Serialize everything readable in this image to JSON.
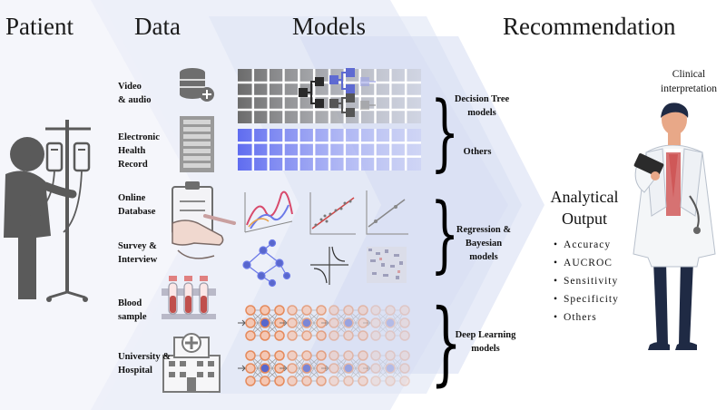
{
  "headers": {
    "patient": "Patient",
    "data": "Data",
    "models": "Models",
    "recommendation": "Recommendation"
  },
  "data_sources": [
    {
      "label": "Video\n& audio",
      "icon": "database-plus-icon"
    },
    {
      "label": "Electronic\nHealth\nRecord",
      "icon": "server-rack-icon"
    },
    {
      "label": "Online\nDatabase",
      "icon": "clipboard-icon"
    },
    {
      "label": "Survey &\nInterview",
      "icon": "hand-writing-icon"
    },
    {
      "label": "Blood\nsample",
      "icon": "test-tubes-icon"
    },
    {
      "label": "University &\nHospital",
      "icon": "hospital-icon"
    }
  ],
  "model_groups": [
    {
      "label": "Decision Tree\nmodels"
    },
    {
      "label": "Others"
    },
    {
      "label": "Regression &\nBayesian\nmodels"
    },
    {
      "label": "Deep Learning\nmodels"
    }
  ],
  "analytical_output": {
    "title": "Analytical\nOutput",
    "metrics": [
      "Accuracy",
      "AUCROC",
      "Sensitivity",
      "Specificity",
      "Others"
    ]
  },
  "clinical": {
    "label": "Clinical\ninterpretation"
  },
  "colors": {
    "chevron": "#dbe2f4",
    "grid_gray": "#7a7a7a",
    "grid_blue": "#6e79f0",
    "node_orange": "#e58a5c",
    "node_blue": "#5967cc",
    "figure_gray": "#555555"
  }
}
